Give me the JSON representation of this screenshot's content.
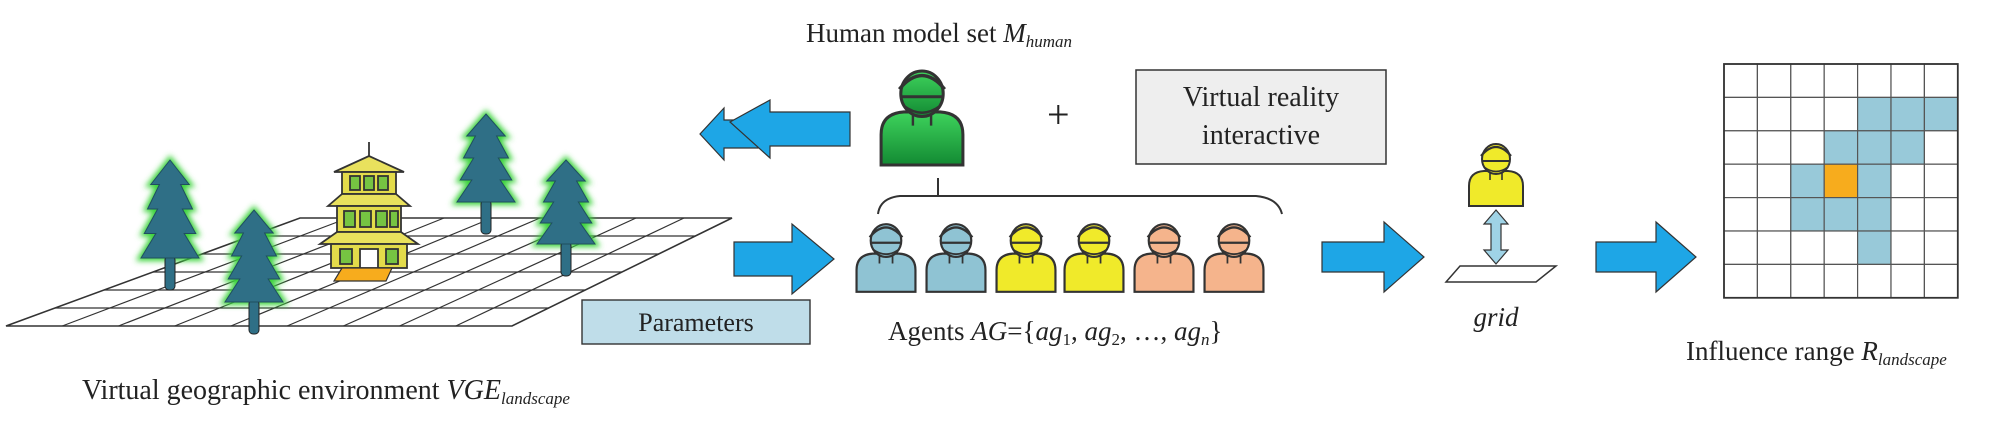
{
  "labels": {
    "human_model_prefix": "Human model set ",
    "human_model_var": "M",
    "human_model_sub": "human",
    "plus": "+",
    "vr_line1": "Virtual reality",
    "vr_line2": "interactive",
    "parameters": "Parameters",
    "agents_prefix": "Agents ",
    "agents_var": "AG",
    "agents_eq": "={",
    "ag": "ag",
    "sub1": "1",
    "sub2": "2",
    "subn": "n",
    "comma": ", ",
    "ellipsis": "…, ",
    "close": "}",
    "grid": "grid",
    "vge_prefix": "Virtual geographic environment  ",
    "vge_var": "VGE",
    "vge_sub": "landscape",
    "influence_prefix": "Influence range ",
    "influence_var": "R",
    "influence_sub": "landscape"
  },
  "colors": {
    "arrow": "#1ea6e6",
    "tree": "#2f6f86",
    "tree_glow": "#3bd23b",
    "human_green": "#22b14c",
    "agent_blue": "#8fc3d3",
    "agent_yellow": "#f0ea2a",
    "agent_peach": "#f5b48c",
    "cell_blue": "#98c9d9",
    "cell_orange": "#f7ac1d",
    "parameters_box": "#bfdde9",
    "vr_box": "#eeeeee"
  },
  "agents": [
    {
      "color": "blue"
    },
    {
      "color": "blue"
    },
    {
      "color": "yellow"
    },
    {
      "color": "yellow"
    },
    {
      "color": "peach"
    },
    {
      "color": "peach"
    }
  ],
  "influence_grid": {
    "rows": 7,
    "cols": 7,
    "blue_cells": [
      [
        1,
        4
      ],
      [
        1,
        5
      ],
      [
        1,
        6
      ],
      [
        2,
        3
      ],
      [
        2,
        4
      ],
      [
        2,
        5
      ],
      [
        3,
        2
      ],
      [
        3,
        4
      ],
      [
        4,
        2
      ],
      [
        4,
        3
      ],
      [
        4,
        4
      ],
      [
        5,
        4
      ]
    ],
    "orange_cells": [
      [
        3,
        3
      ]
    ]
  }
}
